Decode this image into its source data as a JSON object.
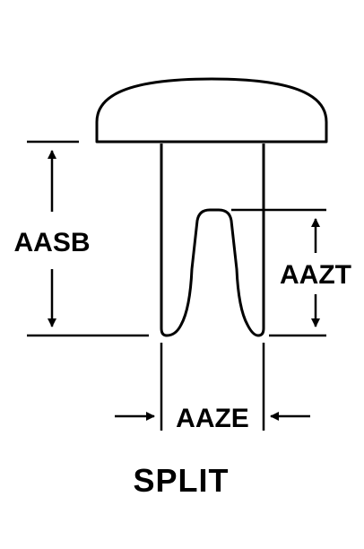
{
  "diagram": {
    "caption": "SPLIT",
    "dimensions": {
      "shank_length": "AASB",
      "split_length": "AAZT",
      "shank_diameter": "AAZE"
    },
    "colors": {
      "line": "#000000",
      "background": "#ffffff"
    }
  }
}
